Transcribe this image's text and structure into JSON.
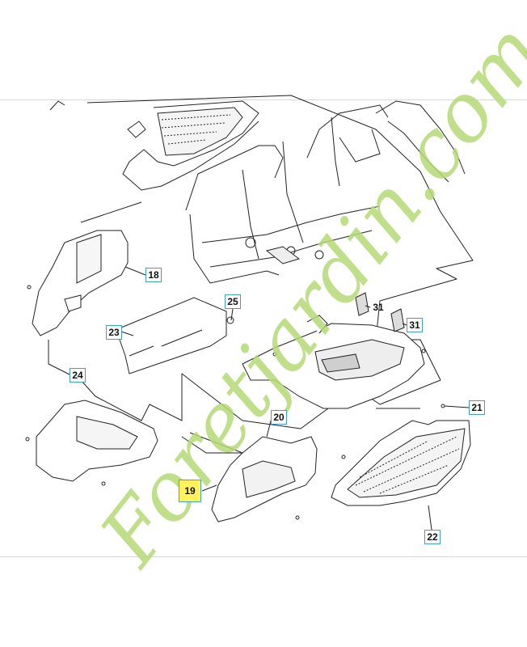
{
  "watermark": {
    "text": "Foretjardin.com",
    "color": "#b5d977",
    "accent": "#f2a25a"
  },
  "callouts": {
    "c18": "18",
    "c25": "25",
    "c23": "23",
    "c24": "24",
    "c31a": "31",
    "c31b": "31",
    "c21": "21",
    "c20": "20",
    "c19": "19",
    "c22": "22"
  },
  "colors": {
    "callout_border": "#3fa0c8",
    "highlight": "#fff25a",
    "line": "#222222"
  }
}
